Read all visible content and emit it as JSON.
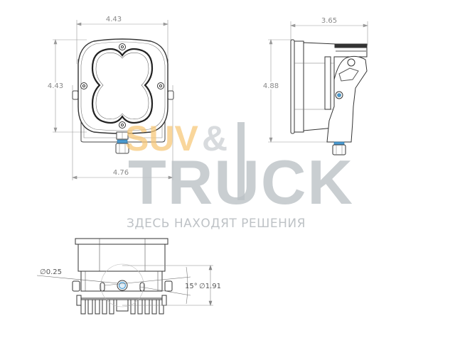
{
  "drawing": {
    "front_view": {
      "width_top": "4.43",
      "height_left": "4.43",
      "width_bottom": "4.76"
    },
    "side_view": {
      "depth_top": "3.65",
      "height_left": "4.88"
    },
    "bottom_view": {
      "bolt_diameter": "∅0.25",
      "tilt_angle": "15°",
      "bolt_circle_diameter": "∅1.91"
    }
  },
  "watermark": {
    "suv": "SUV",
    "amp": "&",
    "truck": "TRUCK",
    "tagline": "ЗДЕСЬ НАХОДЯТ РЕШЕНИЯ"
  },
  "colors": {
    "line": "#333333",
    "dimension": "#888888",
    "accent_blue": "#4a9ad0",
    "watermark_orange": "#f7c97a",
    "watermark_gray": "#bcc2c6"
  }
}
